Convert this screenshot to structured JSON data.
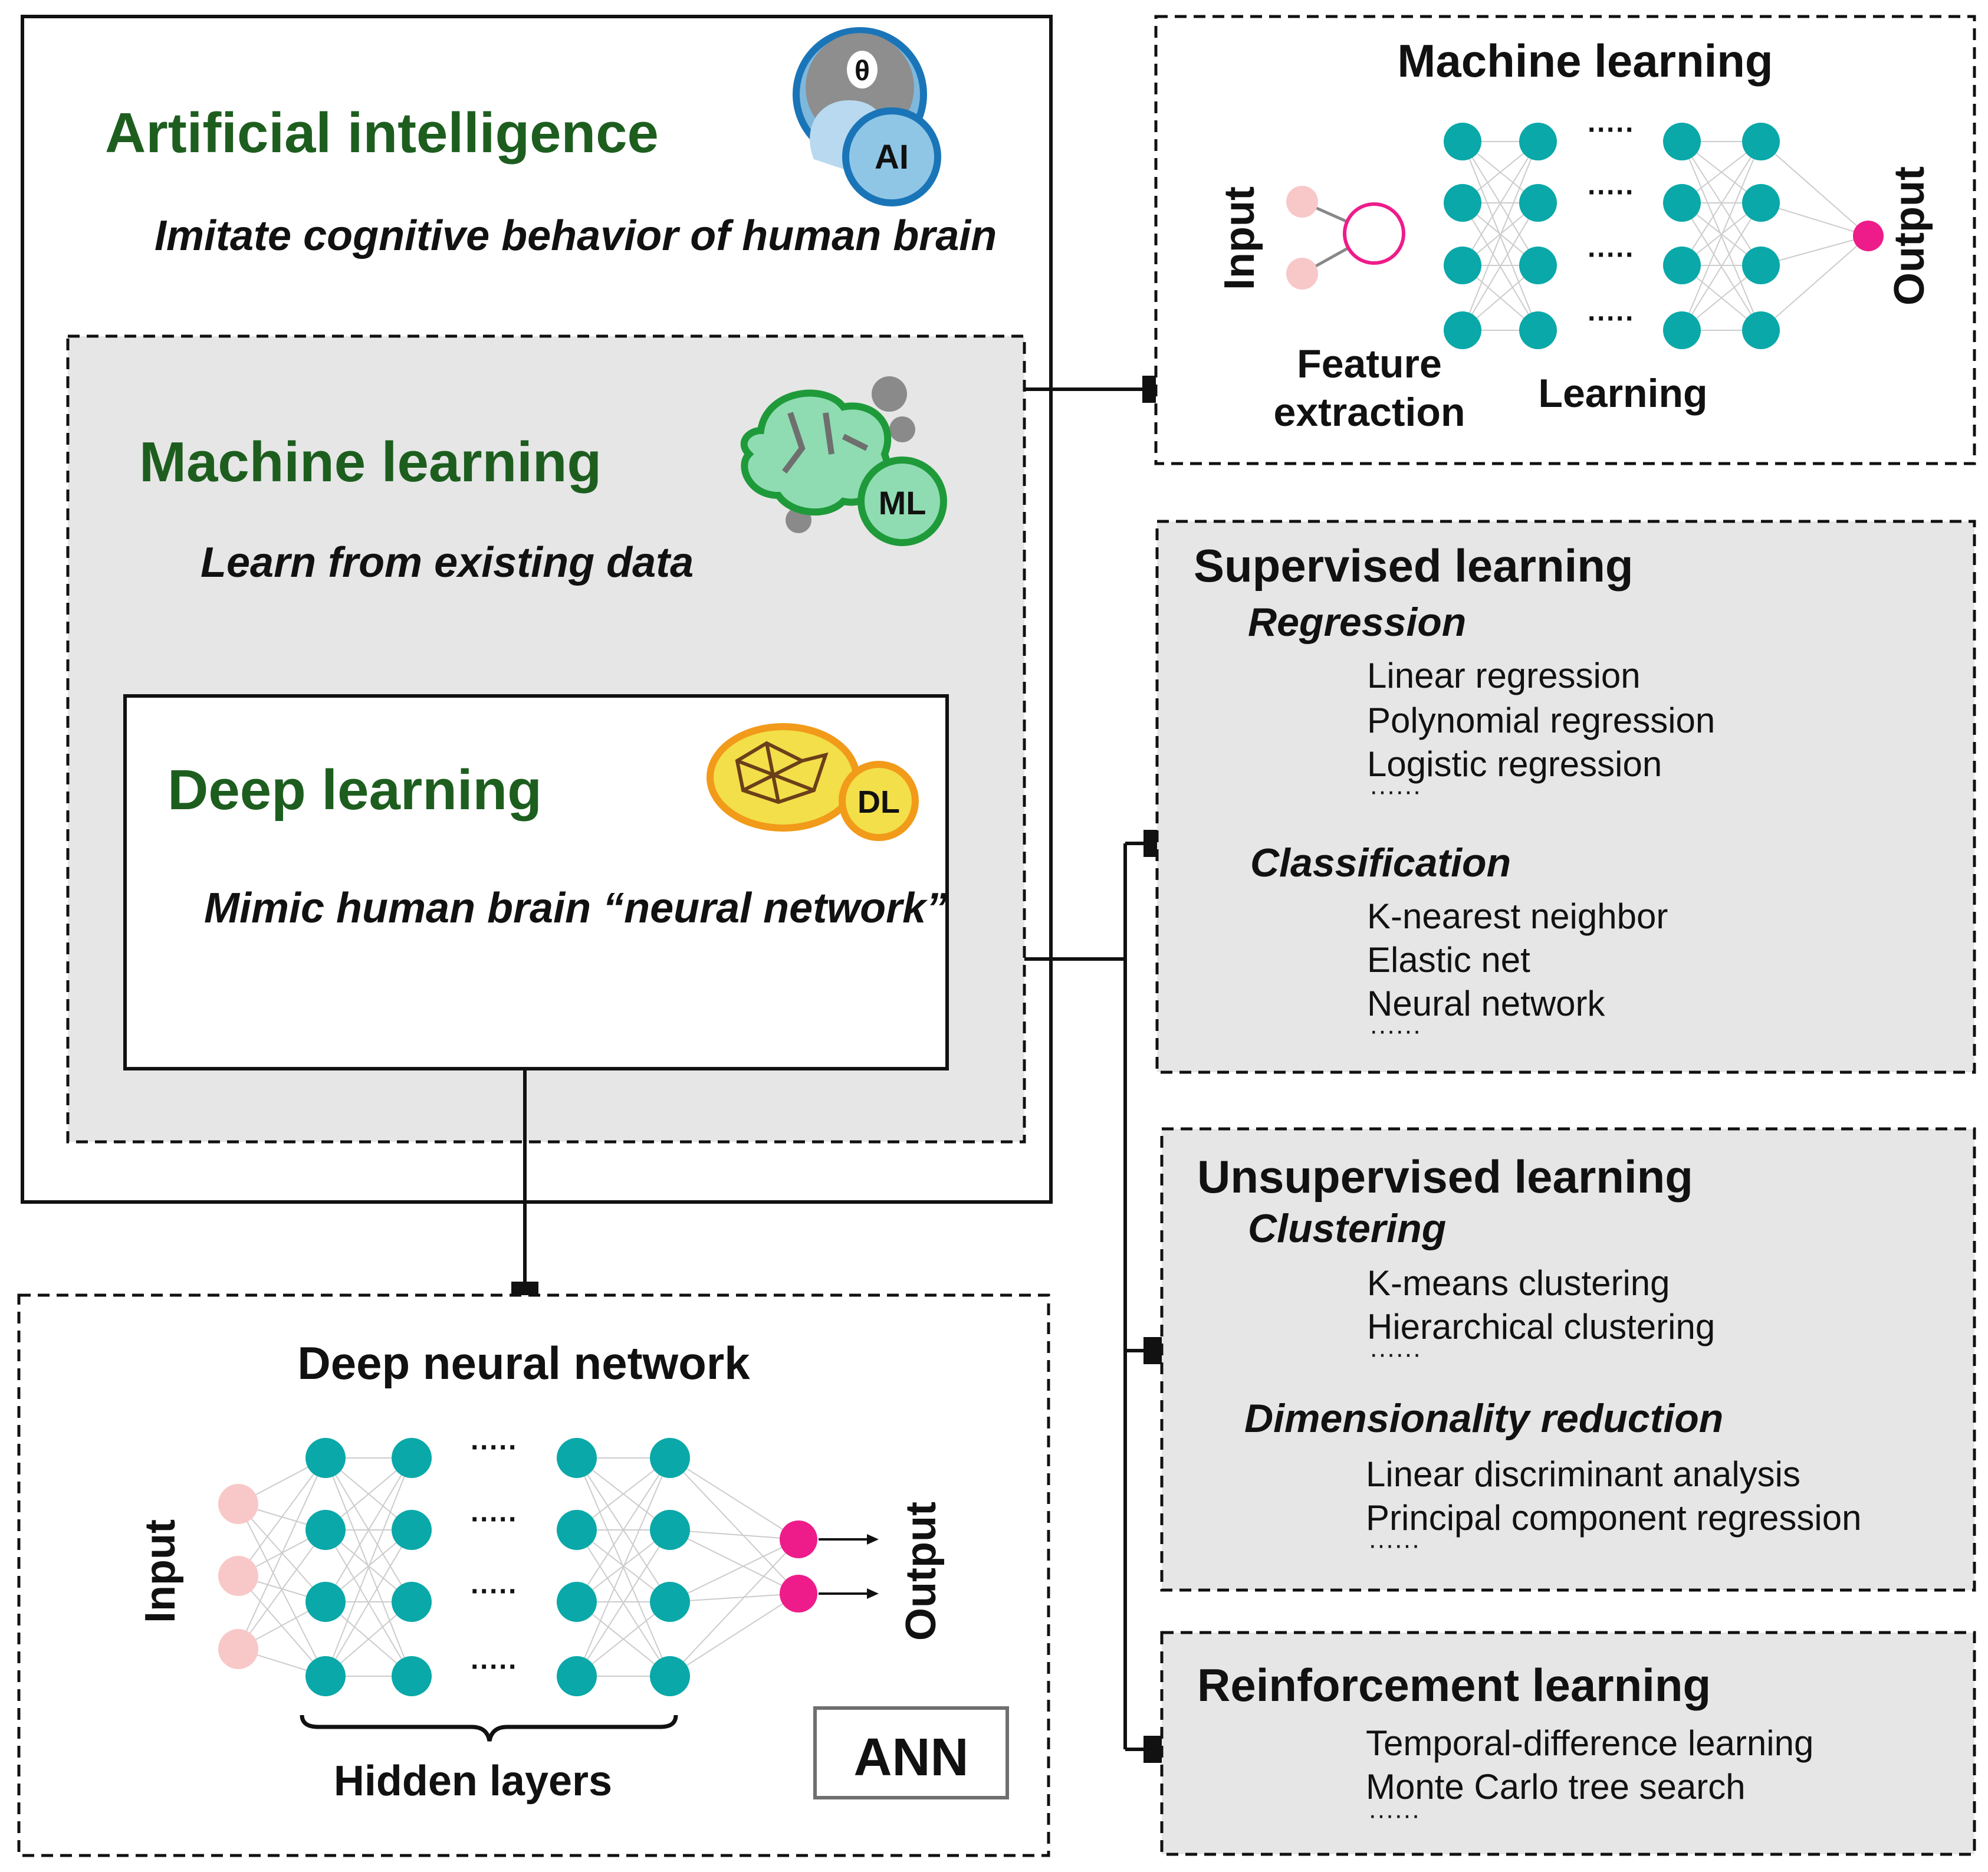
{
  "colors": {
    "heading_green": "#1d5e1f",
    "hidden_node": "#0aa8a8",
    "input_node": "#f8c8c8",
    "output_node": "#ee1c8a",
    "panel_gray": "#e6e6e6",
    "ai_blue": "#7fb8dd",
    "ml_green": "#8fdcb2",
    "dl_yellow": "#f2df4a",
    "dl_orange": "#f29a19"
  },
  "ai": {
    "title": "Artificial intelligence",
    "subtitle": "Imitate cognitive behavior of human brain",
    "badge": "AI",
    "icon": "ai-head-icon"
  },
  "ml": {
    "title": "Machine learning",
    "subtitle": "Learn from existing data",
    "badge": "ML",
    "icon": "ml-brain-gears-icon"
  },
  "dl": {
    "title": "Deep learning",
    "subtitle": "Mimic human brain “neural network”",
    "badge": "DL",
    "icon": "dl-network-blob-icon"
  },
  "ml_panel": {
    "title": "Machine learning",
    "input_label": "Input",
    "output_label": "Output",
    "feature_line1": "Feature",
    "feature_line2": "extraction",
    "learning_label": "Learning",
    "dots": "·····"
  },
  "dnn_panel": {
    "title": "Deep neural network",
    "input_label": "Input",
    "output_label": "Output",
    "hidden_label": "Hidden layers",
    "ann_label": "ANN",
    "dots": "·····"
  },
  "supervised": {
    "title": "Supervised learning",
    "groups": [
      {
        "name": "Regression",
        "items": [
          "Linear regression",
          "Polynomial regression",
          "Logistic regression"
        ],
        "more": "······"
      },
      {
        "name": "Classification",
        "items": [
          "K-nearest neighbor",
          "Elastic net",
          "Neural network"
        ],
        "more": "······"
      }
    ]
  },
  "unsupervised": {
    "title": "Unsupervised learning",
    "groups": [
      {
        "name": "Clustering",
        "items": [
          "K-means clustering",
          "Hierarchical clustering"
        ],
        "more": "······"
      },
      {
        "name": "Dimensionality reduction",
        "items": [
          "Linear discriminant analysis",
          "Principal component regression"
        ],
        "more": "······"
      }
    ]
  },
  "reinforcement": {
    "title": "Reinforcement learning",
    "items": [
      "Temporal-difference learning",
      "Monte Carlo tree search"
    ],
    "more": "······"
  }
}
